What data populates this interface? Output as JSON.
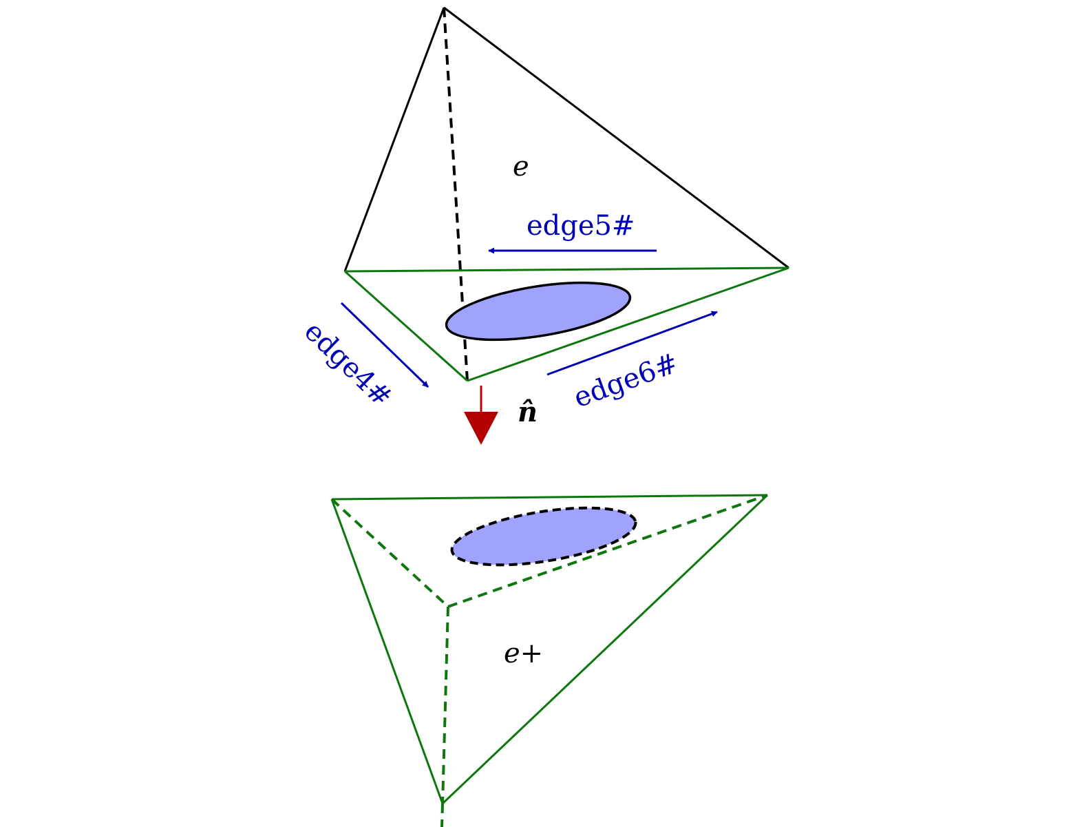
{
  "colors": {
    "black": "#000000",
    "green": "#0d760d",
    "blue": "#0000b3",
    "red": "#b30000",
    "ellipse_fill": "#9fa3fd"
  },
  "labels": {
    "upper_element": "e",
    "lower_element": "e+",
    "edge4": "edge4#",
    "edge5": "edge5#",
    "edge6": "edge6#",
    "normal": "n̂"
  }
}
